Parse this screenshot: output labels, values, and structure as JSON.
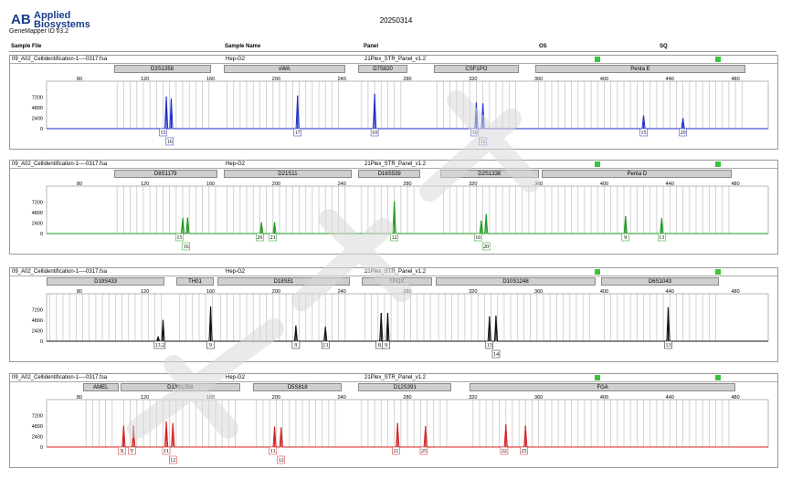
{
  "header": {
    "brand_line1": "Applied",
    "brand_line2": "Biosystems",
    "app_version": "GeneMapper ID v3.2",
    "date": "20250314"
  },
  "columns": {
    "sample_file": "Sample File",
    "sample_name": "Sample Name",
    "panel": "Panel",
    "os": "OS",
    "sq": "SQ"
  },
  "axis_ticks": [
    80,
    120,
    160,
    200,
    240,
    280,
    320,
    360,
    400,
    440,
    480
  ],
  "y_ticks": [
    7200,
    4800,
    2400,
    0
  ],
  "panels": [
    {
      "sample_file": "09_A02_Cellidentification-1----0317.fsa",
      "sample_name": "Hep-G2",
      "panel": "21Plex_STR_Panel_v1.2",
      "color": "#1f2fc8",
      "markers": [
        {
          "name": "D3S1358",
          "start": 101,
          "end": 160
        },
        {
          "name": "vWA",
          "start": 168,
          "end": 242
        },
        {
          "name": "D7S820",
          "start": 250,
          "end": 280
        },
        {
          "name": "CSF1PO",
          "start": 296,
          "end": 348
        },
        {
          "name": "Penta E",
          "start": 358,
          "end": 486
        }
      ],
      "peaks": [
        {
          "bp": 133,
          "height": 7400
        },
        {
          "bp": 136,
          "height": 6900
        },
        {
          "bp": 213,
          "height": 7600
        },
        {
          "bp": 260,
          "height": 8000
        },
        {
          "bp": 322,
          "height": 6000
        },
        {
          "bp": 326,
          "height": 5800
        },
        {
          "bp": 424,
          "height": 3000
        },
        {
          "bp": 448,
          "height": 2400
        }
      ],
      "alleles": [
        {
          "label": "15",
          "bp": 131,
          "level": 0
        },
        {
          "label": "16",
          "bp": 135,
          "level": 1
        },
        {
          "label": "17",
          "bp": 213,
          "level": 0
        },
        {
          "label": "10",
          "bp": 260,
          "level": 0
        },
        {
          "label": "10",
          "bp": 321,
          "level": 0
        },
        {
          "label": "11",
          "bp": 326,
          "level": 1
        },
        {
          "label": "15",
          "bp": 424,
          "level": 0
        },
        {
          "label": "20",
          "bp": 448,
          "level": 0
        }
      ]
    },
    {
      "sample_file": "09_A02_Cellidentification-1----0317.fsa",
      "sample_name": "Hep-G2",
      "panel": "21Plex_STR_Panel_v1.2",
      "color": "#1e9a1e",
      "markers": [
        {
          "name": "D8S1179",
          "start": 101,
          "end": 164
        },
        {
          "name": "D21S11",
          "start": 168,
          "end": 246
        },
        {
          "name": "D16S539",
          "start": 250,
          "end": 288
        },
        {
          "name": "D2S1338",
          "start": 300,
          "end": 360
        },
        {
          "name": "Penta D",
          "start": 362,
          "end": 478
        }
      ],
      "peaks": [
        {
          "bp": 143,
          "height": 3600
        },
        {
          "bp": 146,
          "height": 3700
        },
        {
          "bp": 191,
          "height": 2600
        },
        {
          "bp": 199,
          "height": 2600
        },
        {
          "bp": 272,
          "height": 7400
        },
        {
          "bp": 325,
          "height": 3000
        },
        {
          "bp": 328,
          "height": 4500
        },
        {
          "bp": 413,
          "height": 4000
        },
        {
          "bp": 435,
          "height": 3500
        }
      ],
      "alleles": [
        {
          "label": "15",
          "bp": 141,
          "level": 0
        },
        {
          "label": "16",
          "bp": 145,
          "level": 1
        },
        {
          "label": "20",
          "bp": 190,
          "level": 0
        },
        {
          "label": "21",
          "bp": 198,
          "level": 0
        },
        {
          "label": "12",
          "bp": 272,
          "level": 0
        },
        {
          "label": "10",
          "bp": 323,
          "level": 0
        },
        {
          "label": "20",
          "bp": 328,
          "level": 1
        },
        {
          "label": "9",
          "bp": 413,
          "level": 0
        },
        {
          "label": "13",
          "bp": 435,
          "level": 0
        }
      ]
    },
    {
      "sample_file": "09_A02_Cellidentification-1----0317.fsa",
      "sample_name": "Hep-G2",
      "panel": "21Plex_STR_Panel_v1.2",
      "color": "#111111",
      "markers": [
        {
          "name": "D19S433",
          "start": 60,
          "end": 132
        },
        {
          "name": "TH01",
          "start": 139,
          "end": 162
        },
        {
          "name": "D18S51",
          "start": 164,
          "end": 245
        },
        {
          "name": "TPOX",
          "start": 252,
          "end": 295
        },
        {
          "name": "D10S1248",
          "start": 297,
          "end": 395
        },
        {
          "name": "D6S1043",
          "start": 398,
          "end": 470
        }
      ],
      "peaks": [
        {
          "bp": 128,
          "height": 1000
        },
        {
          "bp": 131,
          "height": 4900
        },
        {
          "bp": 160,
          "height": 8000
        },
        {
          "bp": 212,
          "height": 3600
        },
        {
          "bp": 230,
          "height": 3300
        },
        {
          "bp": 264,
          "height": 6500
        },
        {
          "bp": 268,
          "height": 6500
        },
        {
          "bp": 330,
          "height": 5700
        },
        {
          "bp": 334,
          "height": 5900
        },
        {
          "bp": 439,
          "height": 7800
        }
      ],
      "alleles": [
        {
          "label": "13.2",
          "bp": 129,
          "level": 0
        },
        {
          "label": "9",
          "bp": 160,
          "level": 0
        },
        {
          "label": "9",
          "bp": 212,
          "level": 0
        },
        {
          "label": "13",
          "bp": 230,
          "level": 0
        },
        {
          "label": "8",
          "bp": 263,
          "level": 0
        },
        {
          "label": "9",
          "bp": 267,
          "level": 0
        },
        {
          "label": "13",
          "bp": 330,
          "level": 0
        },
        {
          "label": "14",
          "bp": 334,
          "level": 1
        },
        {
          "label": "13",
          "bp": 439,
          "level": 0
        }
      ]
    },
    {
      "sample_file": "09_A02_Cellidentification-1----0317.fsa",
      "sample_name": "Hep-G2",
      "panel": "21Plex_STR_Panel_v1.2",
      "color": "#d42020",
      "markers": [
        {
          "name": "AMEL",
          "start": 82,
          "end": 104
        },
        {
          "name": "D13S1358",
          "start": 105,
          "end": 178
        },
        {
          "name": "D5S818",
          "start": 186,
          "end": 240
        },
        {
          "name": "D12S391",
          "start": 250,
          "end": 307
        },
        {
          "name": "FGA",
          "start": 318,
          "end": 480
        }
      ],
      "peaks": [
        {
          "bp": 107,
          "height": 4900
        },
        {
          "bp": 113,
          "height": 5000
        },
        {
          "bp": 133,
          "height": 5900
        },
        {
          "bp": 137,
          "height": 5500
        },
        {
          "bp": 199,
          "height": 4700
        },
        {
          "bp": 203,
          "height": 4500
        },
        {
          "bp": 274,
          "height": 5500
        },
        {
          "bp": 291,
          "height": 4800
        },
        {
          "bp": 340,
          "height": 5200
        },
        {
          "bp": 352,
          "height": 4900
        }
      ],
      "alleles": [
        {
          "label": "X",
          "bp": 106,
          "level": 0
        },
        {
          "label": "Y",
          "bp": 112,
          "level": 0
        },
        {
          "label": "11",
          "bp": 133,
          "level": 0
        },
        {
          "label": "12",
          "bp": 137,
          "level": 1
        },
        {
          "label": "11",
          "bp": 198,
          "level": 0
        },
        {
          "label": "12",
          "bp": 203,
          "level": 1
        },
        {
          "label": "21",
          "bp": 273,
          "level": 0
        },
        {
          "label": "25",
          "bp": 290,
          "level": 0
        },
        {
          "label": "22",
          "bp": 339,
          "level": 0
        },
        {
          "label": "25",
          "bp": 351,
          "level": 0
        }
      ]
    }
  ]
}
